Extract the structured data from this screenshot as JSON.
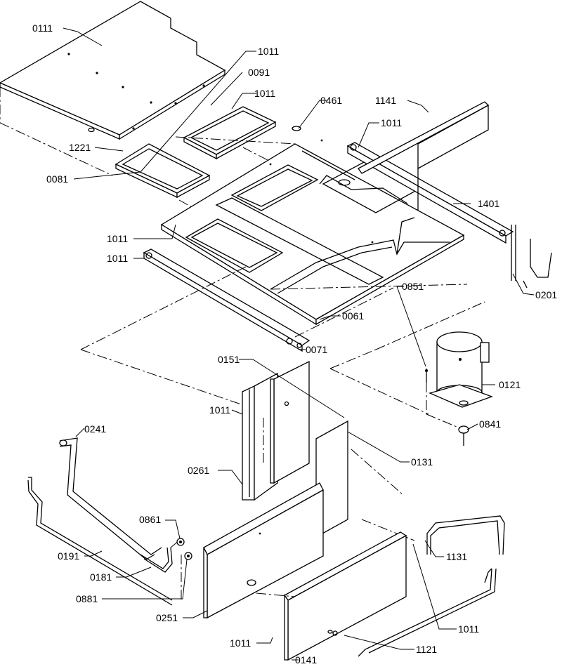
{
  "diagram": {
    "part_labels": [
      {
        "id": "p0111",
        "text": "0111"
      },
      {
        "id": "p1011a",
        "text": "1011"
      },
      {
        "id": "p0091",
        "text": "0091"
      },
      {
        "id": "p1011b",
        "text": "1011"
      },
      {
        "id": "p0461",
        "text": "0461"
      },
      {
        "id": "p1141",
        "text": "1141"
      },
      {
        "id": "p1011c",
        "text": "1011"
      },
      {
        "id": "p1221",
        "text": "1221"
      },
      {
        "id": "p0081",
        "text": "0081"
      },
      {
        "id": "p1401",
        "text": "1401"
      },
      {
        "id": "p1011d",
        "text": "1011"
      },
      {
        "id": "p1011e",
        "text": "1011"
      },
      {
        "id": "p0851",
        "text": "0851"
      },
      {
        "id": "p0201",
        "text": "0201"
      },
      {
        "id": "p0061",
        "text": "0061"
      },
      {
        "id": "p0071",
        "text": "0071"
      },
      {
        "id": "p0151",
        "text": "0151"
      },
      {
        "id": "p0121",
        "text": "0121"
      },
      {
        "id": "p1011f",
        "text": "1011"
      },
      {
        "id": "p0241",
        "text": "0241"
      },
      {
        "id": "p0841",
        "text": "0841"
      },
      {
        "id": "p0261",
        "text": "0261"
      },
      {
        "id": "p0131",
        "text": "0131"
      },
      {
        "id": "p0861",
        "text": "0861"
      },
      {
        "id": "p1131",
        "text": "1131"
      },
      {
        "id": "p0191",
        "text": "0191"
      },
      {
        "id": "p0181",
        "text": "0181"
      },
      {
        "id": "p0881",
        "text": "0881"
      },
      {
        "id": "p0251",
        "text": "0251"
      },
      {
        "id": "p1011g",
        "text": "1011"
      },
      {
        "id": "p1011h",
        "text": "1011"
      },
      {
        "id": "p1121",
        "text": "1121"
      },
      {
        "id": "p0141",
        "text": "0141"
      }
    ]
  }
}
